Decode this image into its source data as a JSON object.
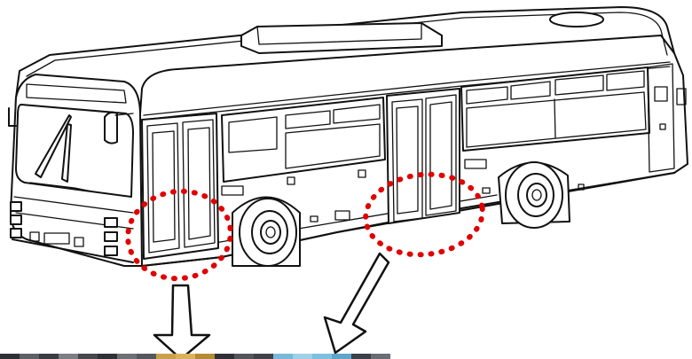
{
  "colors": {
    "line_art": "#111111",
    "highlight_dots": "#e00000",
    "background": "#ffffff"
  },
  "highlights": [
    {
      "name": "front-door-highlight",
      "target": "front-door"
    },
    {
      "name": "middle-door-highlight",
      "target": "middle-door"
    }
  ],
  "arrows": [
    {
      "name": "front-door-callout-arrow",
      "direction": "down"
    },
    {
      "name": "middle-door-callout-arrow",
      "direction": "down-left"
    }
  ],
  "photo_strip": {
    "colors": [
      "#2c3138",
      "#5d6168",
      "#3a3d42",
      "#7b7e84",
      "#46484c",
      "#2e3137",
      "#6d7075",
      "#55585e",
      "#c8a24a",
      "#d9b35b",
      "#b48b35",
      "#2d3036",
      "#52565c",
      "#3f4349",
      "#78b9d8",
      "#9fd0e6",
      "#7cc0dd",
      "#5da6c9",
      "#3b4148",
      "#6a6e74"
    ]
  }
}
